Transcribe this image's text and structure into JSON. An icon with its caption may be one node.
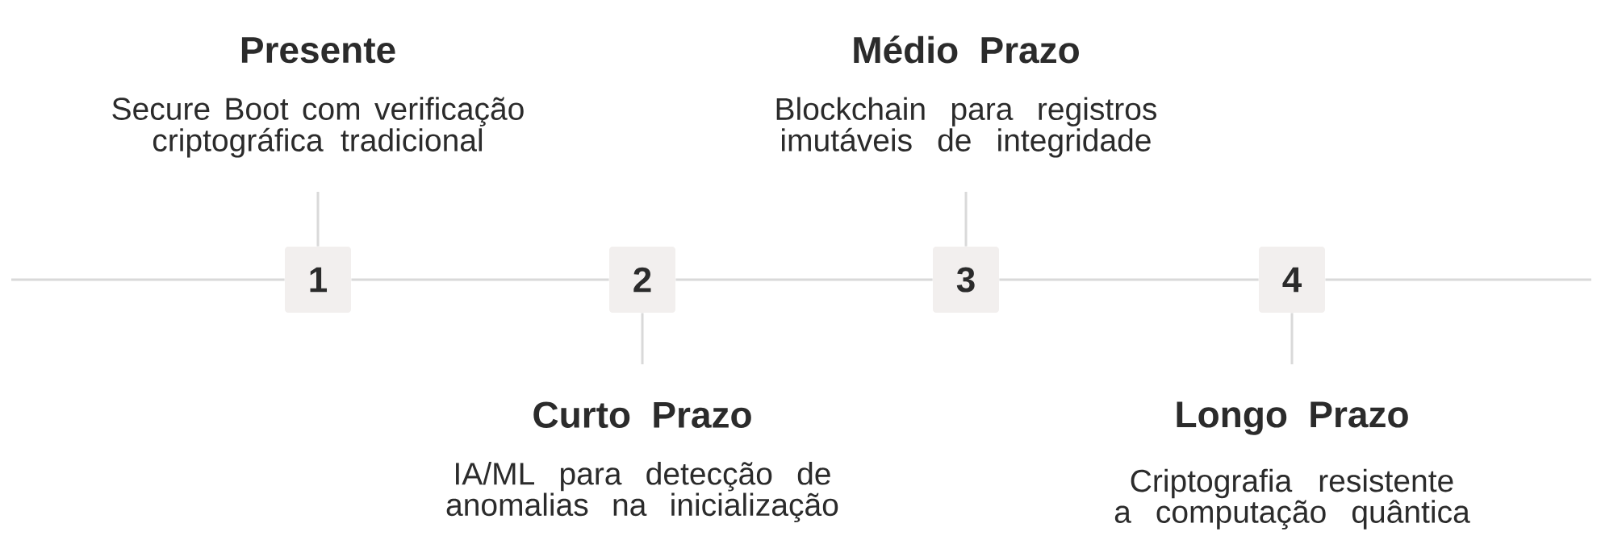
{
  "diagram": {
    "nodes": [
      {
        "text": [
          "Presente",
          "Secure Boot com verificação criptográfica tradicional"
        ]
      },
      {
        "text": [
          "Médio Prazo",
          "Blockchain para registros imutáveis de integridade"
        ]
      },
      {
        "text": [
          "1"
        ]
      },
      {
        "text": [
          "2"
        ]
      },
      {
        "text": [
          "3"
        ]
      },
      {
        "text": [
          "4"
        ]
      },
      {
        "text": [
          "Curto Prazo",
          "IA/ML para detecção de anomalias na inicialização"
        ]
      },
      {
        "text": [
          "Longo Prazo",
          "Criptografia resistente a computação quântica"
        ]
      }
    ],
    "edges": [
      {
        "from": null,
        "to": 2,
        "arrow": "none"
      },
      {
        "from": 2,
        "to": 3,
        "arrow": "none"
      },
      {
        "from": 3,
        "to": 4,
        "arrow": "none"
      },
      {
        "from": 4,
        "to": 5,
        "arrow": "none"
      },
      {
        "from": 5,
        "to": null,
        "arrow": "none"
      },
      {
        "from": 0,
        "to": 2,
        "arrow": "none"
      },
      {
        "from": 1,
        "to": 4,
        "arrow": "none"
      },
      {
        "from": 3,
        "to": 6,
        "arrow": "none"
      },
      {
        "from": 5,
        "to": 7,
        "arrow": "none"
      }
    ]
  }
}
